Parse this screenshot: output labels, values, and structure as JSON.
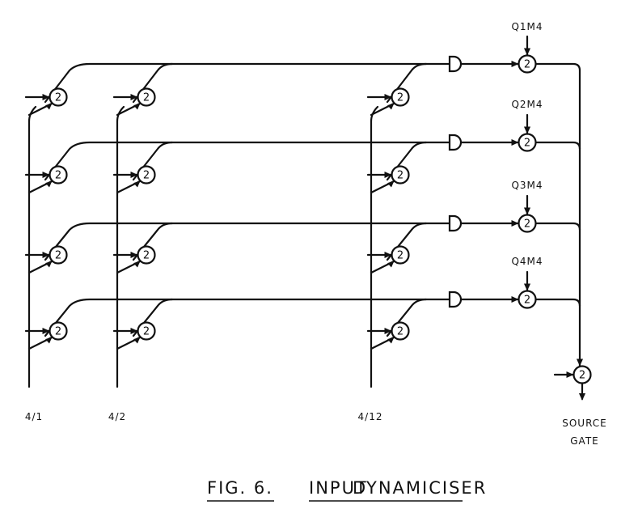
{
  "gate_value": "2",
  "column_labels": [
    "4/1",
    "4/2",
    "4/12"
  ],
  "row_labels": [
    "Q1M4",
    "Q2M4",
    "Q3M4",
    "Q4M4"
  ],
  "output_label_lines": [
    "SOURCE",
    "GATE"
  ],
  "caption": {
    "figure": "FIG. 6.",
    "title_word1": "INPUT",
    "title_word2": "DYNAMICISER"
  },
  "colors": {
    "ink": "#111111",
    "paper": "#ffffff"
  }
}
